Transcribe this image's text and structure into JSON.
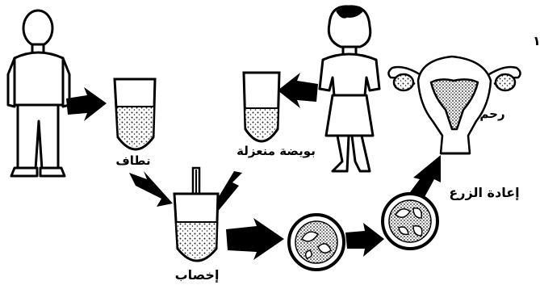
{
  "diagram": {
    "corner_number": "١",
    "labels": {
      "sperm": "نطاف",
      "isolated_egg": "بويضة منعزلة",
      "fertilization": "إخصاب",
      "reimplantation": "إعادة الزرع",
      "uterus": "رحم"
    }
  }
}
